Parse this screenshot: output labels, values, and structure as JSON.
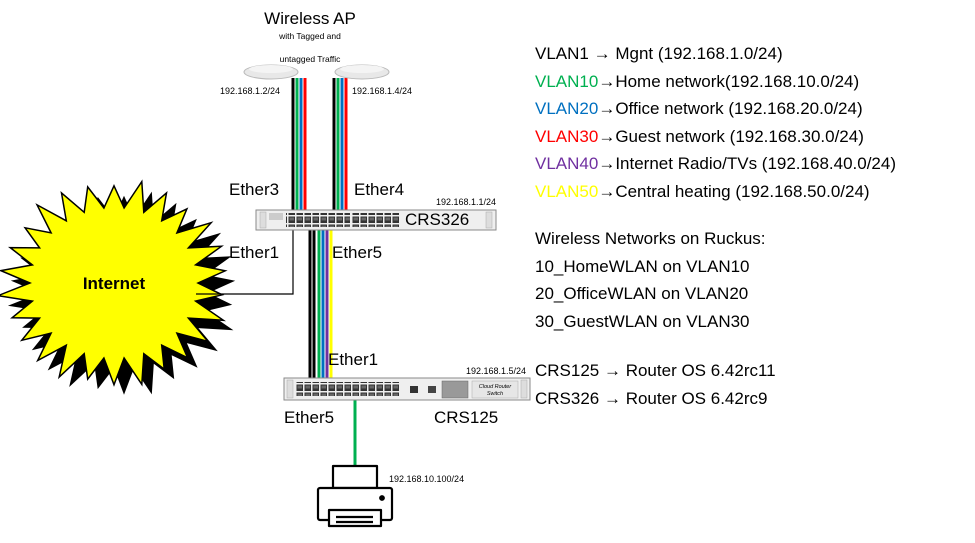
{
  "colors": {
    "black": "#000000",
    "vlan10": "#00b050",
    "vlan20": "#0070c0",
    "vlan30": "#ff0000",
    "vlan40": "#7030a0",
    "vlan50": "#ffff00",
    "internet_fill": "#ffff00"
  },
  "ap": {
    "title": "Wireless AP",
    "subtitle_1": "with Tagged and",
    "subtitle_2": "untagged Traffic",
    "left_ip": "192.168.1.2/24",
    "right_ip": "192.168.1.4/24"
  },
  "crs326": {
    "name": "CRS326",
    "ip": "192.168.1.1/24",
    "ports": {
      "ether3": "Ether3",
      "ether4": "Ether4",
      "ether1": "Ether1",
      "ether5": "Ether5"
    }
  },
  "crs125": {
    "name": "CRS125",
    "ip": "192.168.1.5/24",
    "ports": {
      "ether1": "Ether1",
      "ether5": "Ether5"
    },
    "badge_1": "Cloud Router",
    "badge_2": "Switch"
  },
  "internet": {
    "label": "Internet"
  },
  "printer": {
    "ip": "192.168.10.100/24"
  },
  "vlans": [
    {
      "name": "VLAN1",
      "color_key": "black",
      "arrow": " → ",
      "desc": "Mgnt (192.168.1.0/24)"
    },
    {
      "name": "VLAN10",
      "color_key": "vlan10",
      "arrow": "→",
      "desc": "Home network(192.168.10.0/24)"
    },
    {
      "name": "VLAN20",
      "color_key": "vlan20",
      "arrow": "→",
      "desc": "Office network (192.168.20.0/24)"
    },
    {
      "name": "VLAN30",
      "color_key": "vlan30",
      "arrow": "→",
      "desc": "Guest network (192.168.30.0/24)"
    },
    {
      "name": "VLAN40",
      "color_key": "vlan40",
      "arrow": "→",
      "desc": "Internet Radio/TVs (192.168.40.0/24)"
    },
    {
      "name": "VLAN50",
      "color_key": "vlan50",
      "arrow": "→",
      "desc": "Central heating  (192.168.50.0/24)"
    }
  ],
  "wireless": {
    "heading": "Wireless Networks on Ruckus:",
    "items": [
      "10_HomeWLAN on VLAN10",
      "20_OfficeWLAN on VLAN20",
      "30_GuestWLAN on VLAN30"
    ]
  },
  "router_os": [
    "CRS125 → Router OS 6.42rc11",
    "CRS326 → Router OS 6.42rc9"
  ]
}
